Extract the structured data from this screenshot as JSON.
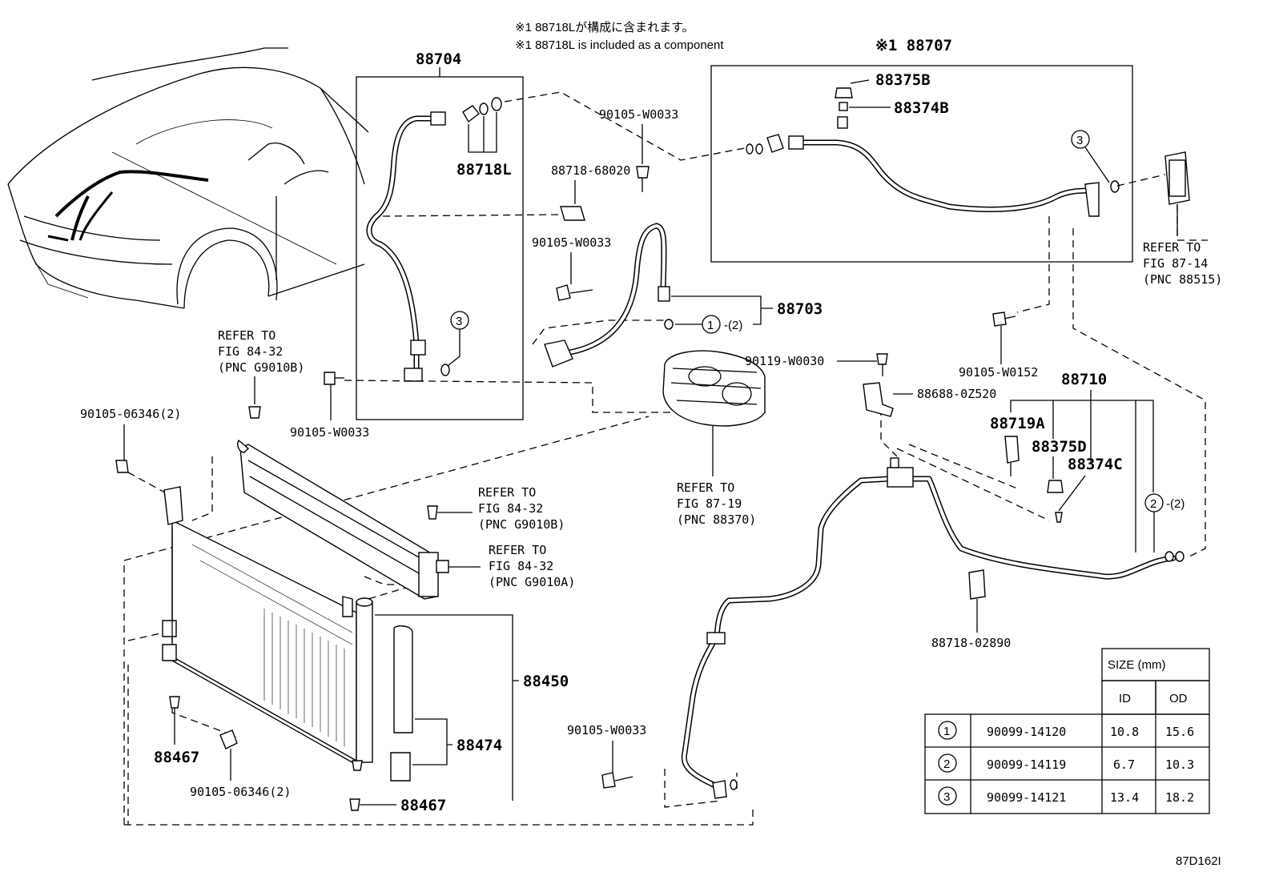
{
  "notes": {
    "jp": "※1 88718Lが構成に含まれます。",
    "en": "※1 88718L is included as a component"
  },
  "figure_id": "87D162I",
  "labels": {
    "p88704": "88704",
    "p88718L": "88718L",
    "p88707": "※1 88707",
    "p88375B": "88375B",
    "p88374B": "88374B",
    "p90105_w0033_a": "90105-W0033",
    "p88718_68020": "88718-68020",
    "p90105_w0033_b": "90105-W0033",
    "p88703": "88703",
    "p90119_w0030": "90119-W0030",
    "p88688_0z520": "88688-0Z520",
    "p90105_w0152": "90105-W0152",
    "p88710": "88710",
    "p88719A": "88719A",
    "p88375D": "88375D",
    "p88374C": "88374C",
    "p90105_w0033_c": "90105-W0033",
    "p90105_06346_a": "90105-06346(2)",
    "p90105_06346_b": "90105-06346(2)",
    "p88450": "88450",
    "p88474": "88474",
    "p88467_a": "88467",
    "p88467_b": "88467",
    "p90105_w0033_d": "90105-W0033",
    "p88718_02890": "88718-02890",
    "qty2": "-(2)",
    "callout1": "1",
    "callout2": "2",
    "callout3": "3"
  },
  "refers": {
    "r1": [
      "REFER TO",
      "FIG 84-32",
      "(PNC G9010B)"
    ],
    "r2": [
      "REFER TO",
      "FIG 84-32",
      "(PNC G9010B)"
    ],
    "r3": [
      "REFER TO",
      "FIG 84-32",
      "(PNC G9010A)"
    ],
    "r4": [
      "REFER TO",
      "FIG 87-19",
      "(PNC 88370)"
    ],
    "r5": [
      "REFER TO",
      "FIG 87-14",
      "(PNC 88515)"
    ]
  },
  "size_table": {
    "title": "SIZE (mm)",
    "headers": [
      "ID",
      "OD"
    ],
    "rows": [
      {
        "no": "1",
        "part": "90099-14120",
        "id": "10.8",
        "od": "15.6"
      },
      {
        "no": "2",
        "part": "90099-14119",
        "id": "6.7",
        "od": "10.3"
      },
      {
        "no": "3",
        "part": "90099-14121",
        "id": "13.4",
        "od": "18.2"
      }
    ]
  }
}
